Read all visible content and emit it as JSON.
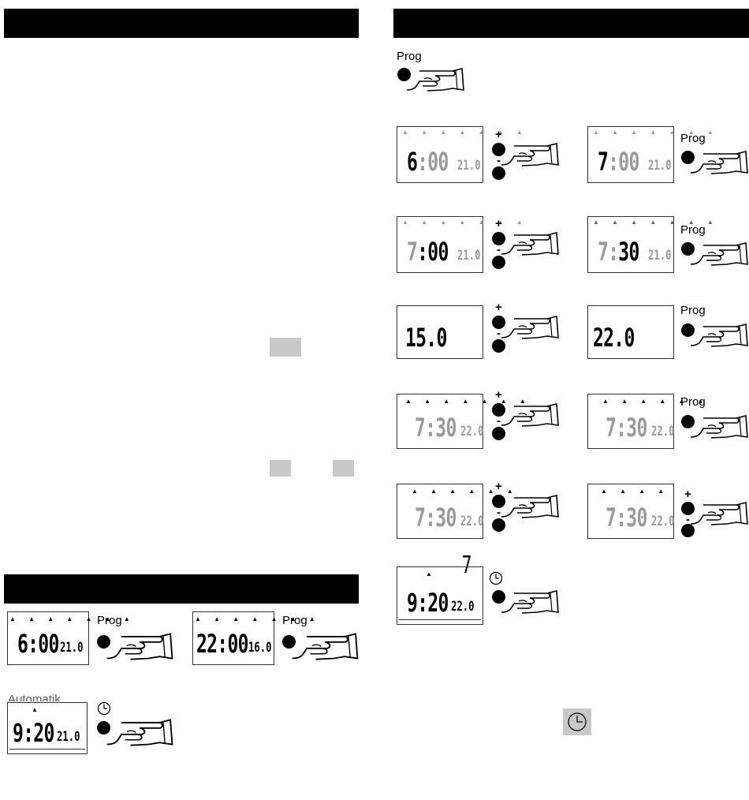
{
  "sections": {
    "left_top_header": "",
    "left_bottom_header": "",
    "right_header": ""
  },
  "buttons": {
    "prog": "Prog",
    "plus": "+",
    "minus": "-"
  },
  "left_displays": [
    {
      "arrows": "▲ ▲ ▲ ▲ ▲ ▲ ▲",
      "time": "6:00",
      "temp": "21.0"
    },
    {
      "arrows": "▲ ▲ ▲ ▲ ▲ ▲ ▲",
      "time": "22:00",
      "temp": "16.0"
    },
    {
      "arrows": "▲",
      "time": "9:20",
      "temp": "21.0",
      "caption": "Automatik"
    }
  ],
  "right_displays": [
    {
      "arrows": "▲ ▲ ▲ ▲ ▲ ▲ ▲",
      "time_a": "6",
      "time_b": ":00",
      "temp": "21.0"
    },
    {
      "arrows": "▲ ▲ ▲ ▲ ▲ ▲ ▲",
      "time_a": "7",
      "time_b": ":00",
      "temp": "21.0"
    },
    {
      "arrows": "▲ ▲ ▲ ▲ ▲ ▲ ▲",
      "time_a": "7",
      "time_b": ":00",
      "temp": "21.0"
    },
    {
      "arrows": "▲ ▲ ▲ ▲ ▲ ▲ ▲",
      "time_a": "7:",
      "time_b": "30",
      "temp": "21.0"
    },
    {
      "value": "15.0"
    },
    {
      "value": "22.0"
    },
    {
      "arrows": "▲ ▲ ▲ ▲ ▲ ▲ ▲",
      "time": "7:30",
      "temp": "22.0"
    },
    {
      "arrows": "▲ ▲ ▲ ▲ ▲ ▲",
      "time": "7:30",
      "temp": "22.0"
    },
    {
      "arrows": "▲ ▲ ▲ ▲ ▲ ▲",
      "time": "7:30",
      "temp": "22.0"
    },
    {
      "arrows": "▲   ▲ ▲ ▲",
      "time": "7:30",
      "temp": "22.0"
    },
    {
      "arrows": "▲",
      "time": "9:20",
      "temp": "22.0",
      "day": "7"
    }
  ]
}
